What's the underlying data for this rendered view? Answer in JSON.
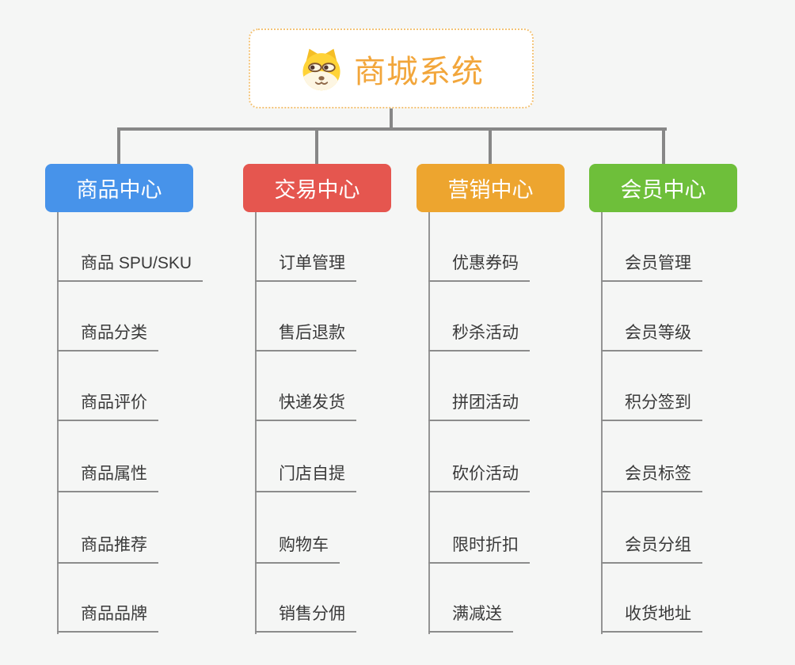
{
  "root": {
    "title": "商城系统",
    "icon": "dog-mascot-icon"
  },
  "branches": [
    {
      "label": "商品中心",
      "color": "#4793ea",
      "items": [
        "商品 SPU/SKU",
        "商品分类",
        "商品评价",
        "商品属性",
        "商品推荐",
        "商品品牌"
      ]
    },
    {
      "label": "交易中心",
      "color": "#e5564f",
      "items": [
        "订单管理",
        "售后退款",
        "快递发货",
        "门店自提",
        "购物车",
        "销售分佣"
      ]
    },
    {
      "label": "营销中心",
      "color": "#eda52f",
      "items": [
        "优惠券码",
        "秒杀活动",
        "拼团活动",
        "砍价活动",
        "限时折扣",
        "满减送"
      ]
    },
    {
      "label": "会员中心",
      "color": "#6ebf3a",
      "items": [
        "会员管理",
        "会员等级",
        "积分签到",
        "会员标签",
        "会员分组",
        "收货地址"
      ]
    }
  ],
  "colors": {
    "background": "#f5f6f5",
    "root_accent": "#f2a63b",
    "connector": "#878787",
    "leaf_text": "#3a3a3a"
  }
}
